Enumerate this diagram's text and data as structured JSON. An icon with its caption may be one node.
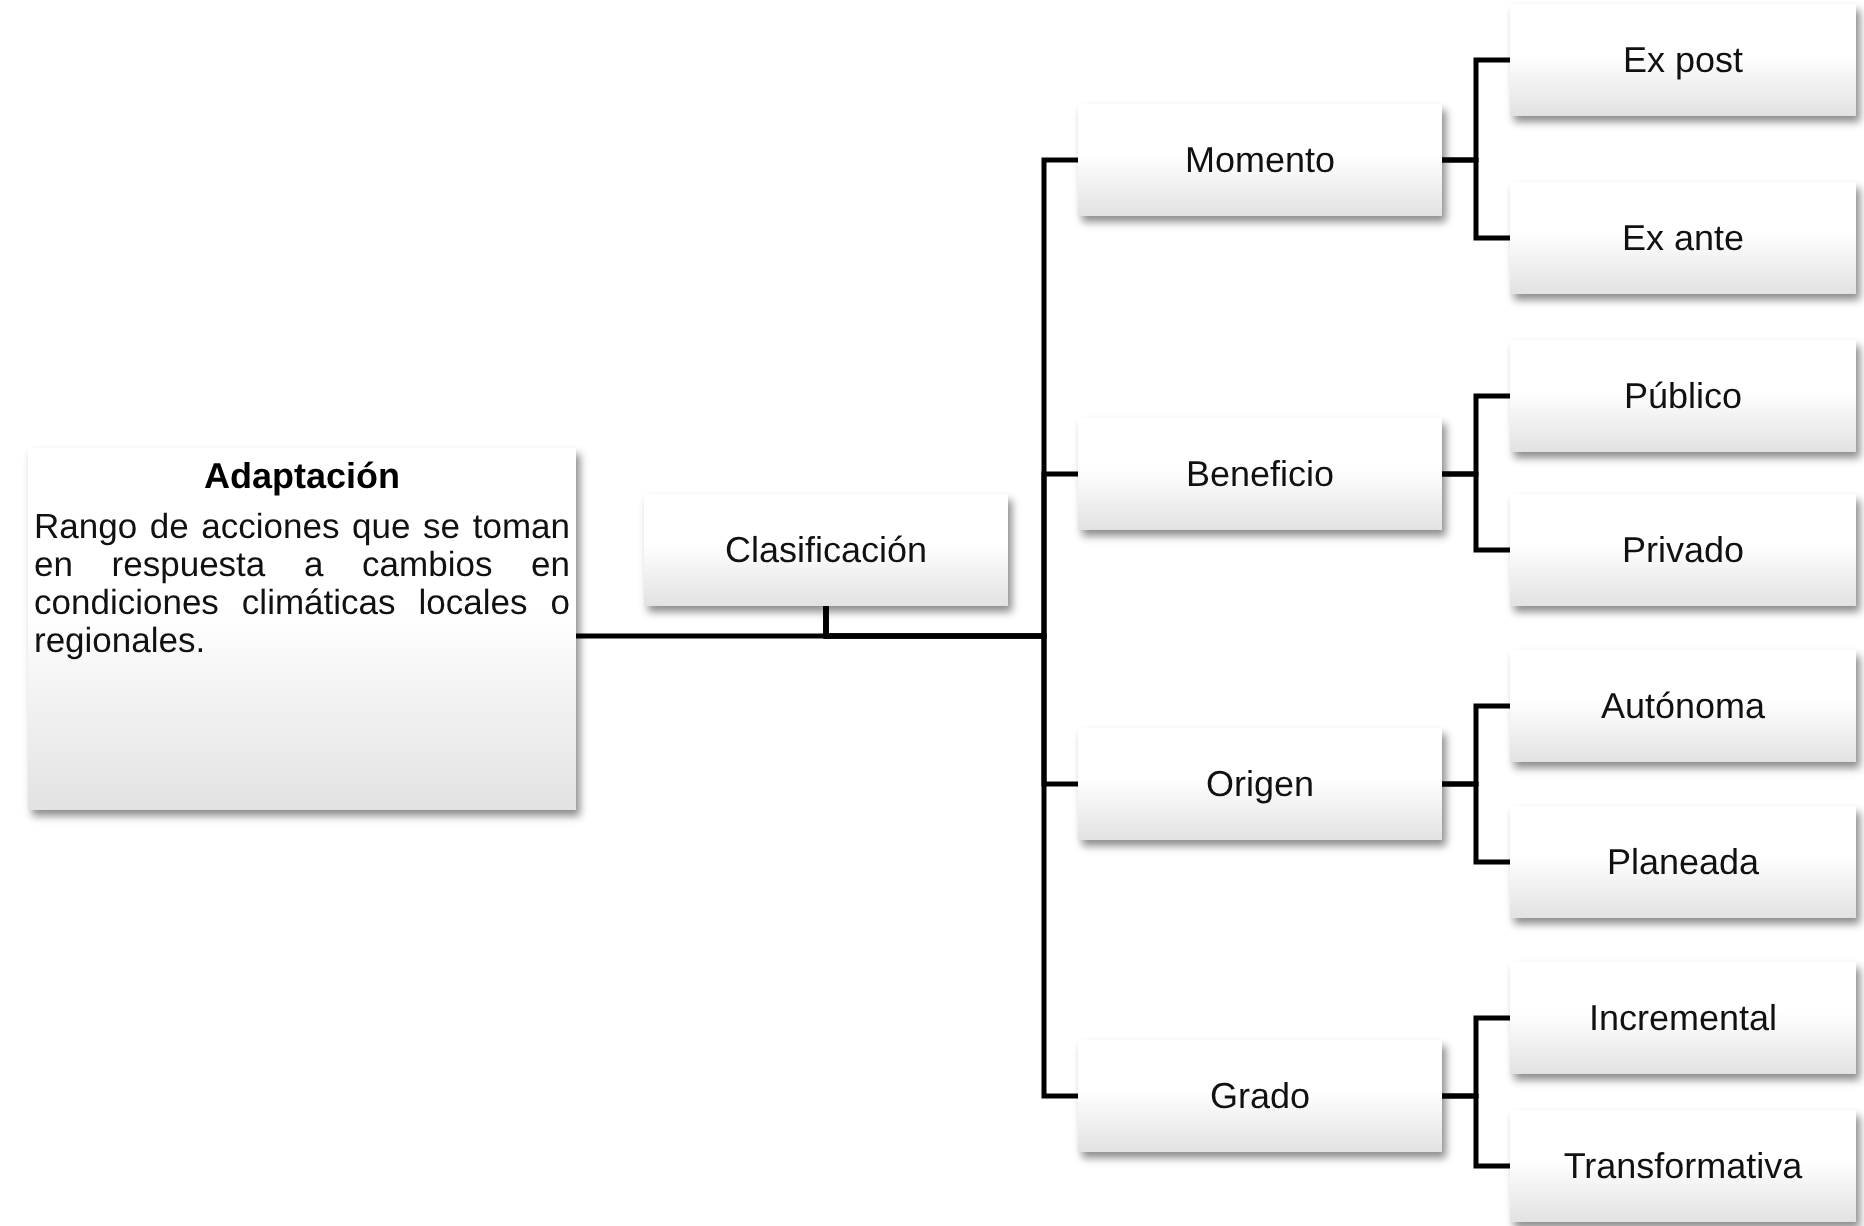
{
  "diagram": {
    "nodes": [
      {
        "text": [
          "Adaptación",
          "Rango de acciones que se toman en respuesta a cambios en condiciones climáticas locales o regionales."
        ]
      },
      {
        "text": [
          "Clasificación"
        ]
      },
      {
        "text": [
          "Momento"
        ]
      },
      {
        "text": [
          "Beneficio"
        ]
      },
      {
        "text": [
          "Origen"
        ]
      },
      {
        "text": [
          "Grado"
        ]
      },
      {
        "text": [
          "Ex post"
        ]
      },
      {
        "text": [
          "Ex ante"
        ]
      },
      {
        "text": [
          "Público"
        ]
      },
      {
        "text": [
          "Privado"
        ]
      },
      {
        "text": [
          "Autónoma"
        ]
      },
      {
        "text": [
          "Planeada"
        ]
      },
      {
        "text": [
          "Incremental"
        ]
      },
      {
        "text": [
          "Transformativa"
        ]
      }
    ],
    "edges": [
      {
        "from": 0,
        "to": 1,
        "arrow": "none"
      },
      {
        "from": 1,
        "to": 2,
        "arrow": "none"
      },
      {
        "from": 1,
        "to": 3,
        "arrow": "none"
      },
      {
        "from": 1,
        "to": 4,
        "arrow": "none"
      },
      {
        "from": 1,
        "to": 5,
        "arrow": "none"
      },
      {
        "from": 2,
        "to": 6,
        "arrow": "none"
      },
      {
        "from": 2,
        "to": 7,
        "arrow": "none"
      },
      {
        "from": 3,
        "to": 8,
        "arrow": "none"
      },
      {
        "from": 3,
        "to": 9,
        "arrow": "none"
      },
      {
        "from": 4,
        "to": 10,
        "arrow": "none"
      },
      {
        "from": 4,
        "to": 11,
        "arrow": "none"
      },
      {
        "from": 5,
        "to": 12,
        "arrow": "none"
      },
      {
        "from": 5,
        "to": 13,
        "arrow": "none"
      }
    ]
  }
}
